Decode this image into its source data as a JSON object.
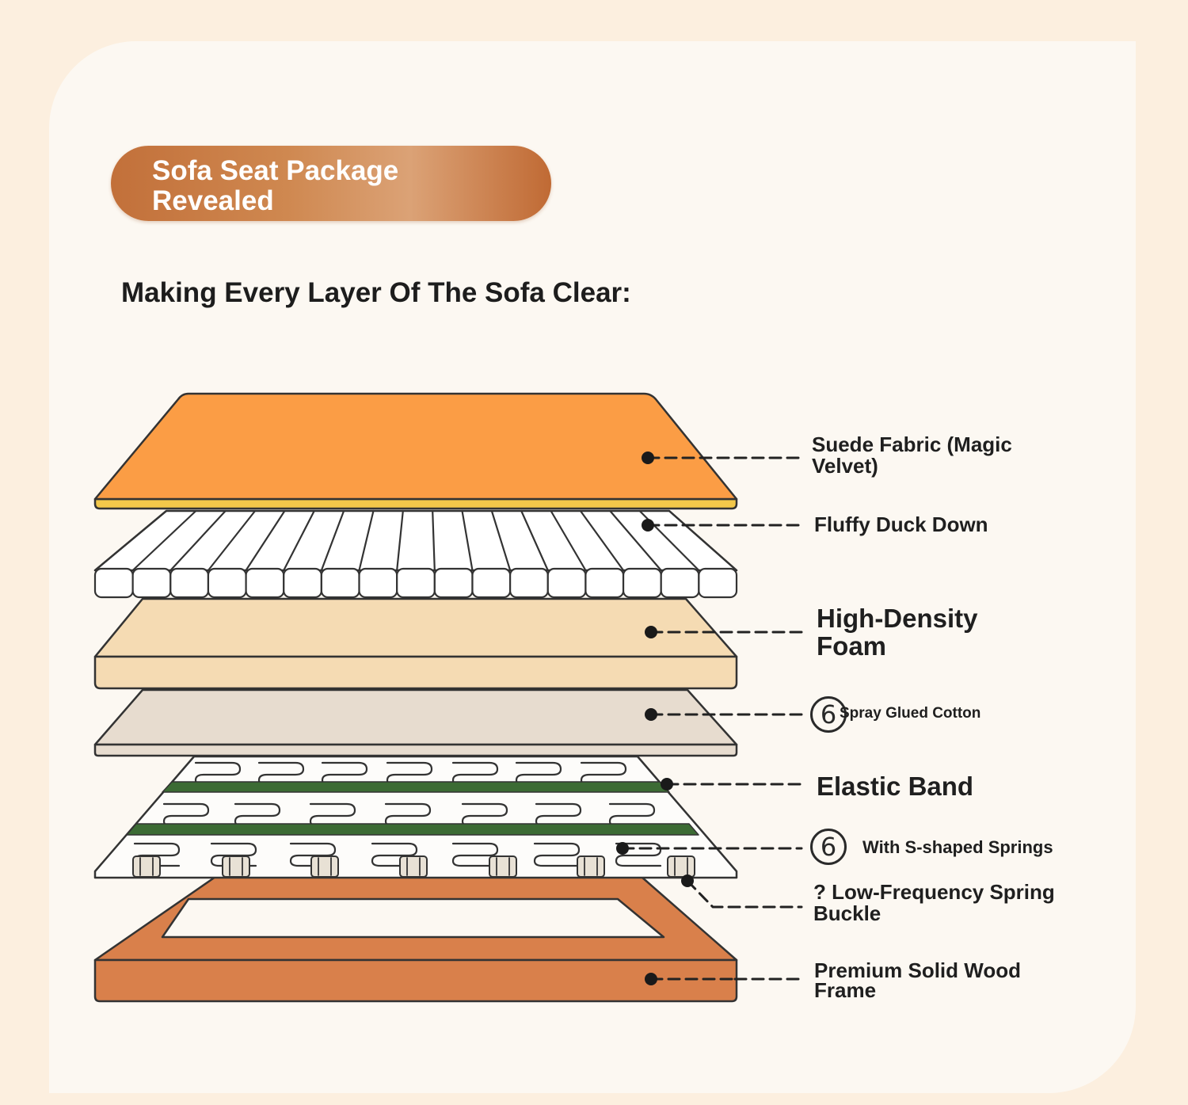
{
  "header": {
    "title": "Sofa Seat Package Revealed",
    "subtitle": "Making Every Layer Of The Sofa Clear:"
  },
  "layers": [
    {
      "label": "Suede Fabric (Magic Velvet)",
      "color": "#fb9d45"
    },
    {
      "label": "Fluffy Duck Down",
      "color": "#ffffff"
    },
    {
      "label": "High-Density Foam",
      "color": "#f5dbb3"
    },
    {
      "label": "Spray Glued Cotton",
      "badge": "6",
      "color": "#e7dccf"
    },
    {
      "label": "Elastic Band",
      "color": "#3c6b34"
    },
    {
      "label": "With S-shaped Springs",
      "badge": "6"
    },
    {
      "label": "? Low-Frequency Spring Buckle"
    },
    {
      "label": "Premium Solid Wood Frame",
      "color": "#d9804b"
    }
  ],
  "colors": {
    "background": "#fcefdf",
    "card": "#fcf8f2",
    "accent": "#c97a43",
    "outline": "#333333"
  }
}
